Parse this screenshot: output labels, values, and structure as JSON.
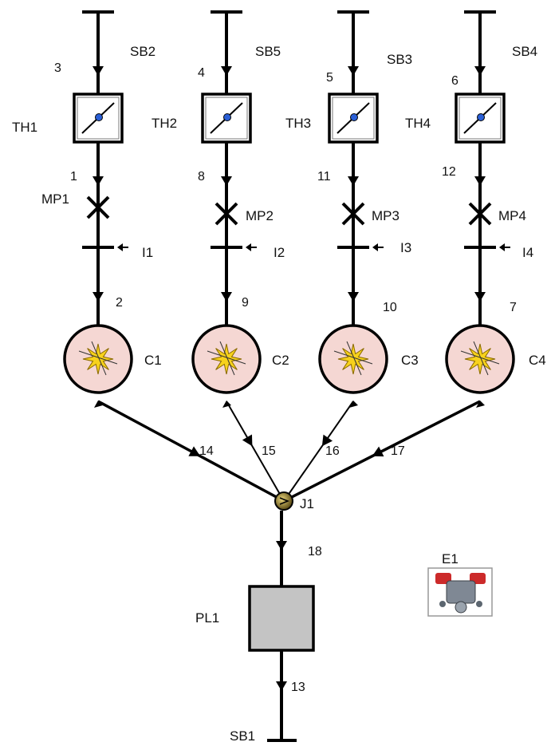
{
  "colors": {
    "combustor_fill": "#f5d7d3",
    "spark": "#f7d21c",
    "plenum_fill": "#c4c4c4",
    "junction_fill": "#b8a24e",
    "throttle_dot": "#2a5fd6"
  },
  "branches": [
    {
      "sb": "SB2",
      "thr_num": "3",
      "th": "TH1",
      "mp_num": "1",
      "mp": "MP1",
      "inj": "I1",
      "c_num": "2",
      "comb": "C1"
    },
    {
      "sb": "SB5",
      "thr_num": "4",
      "th": "TH2",
      "mp_num": "8",
      "mp": "MP2",
      "inj": "I2",
      "c_num": "9",
      "comb": "C2"
    },
    {
      "sb": "SB3",
      "thr_num": "5",
      "th": "TH3",
      "mp_num": "11",
      "mp": "MP3",
      "inj": "I3",
      "c_num": "10",
      "comb": "C3"
    },
    {
      "sb": "SB4",
      "thr_num": "6",
      "th": "TH4",
      "mp_num": "12",
      "mp": "MP4",
      "inj": "I4",
      "c_num": "7",
      "comb": "C4"
    }
  ],
  "exhaust_links": [
    "14",
    "15",
    "16",
    "17"
  ],
  "junction": {
    "label": "J1"
  },
  "main_link": "18",
  "plenum": {
    "label": "PL1"
  },
  "outlet_link": "13",
  "sink": {
    "label": "SB1"
  },
  "engine": {
    "label": "E1",
    "icon": "engine-icon"
  }
}
